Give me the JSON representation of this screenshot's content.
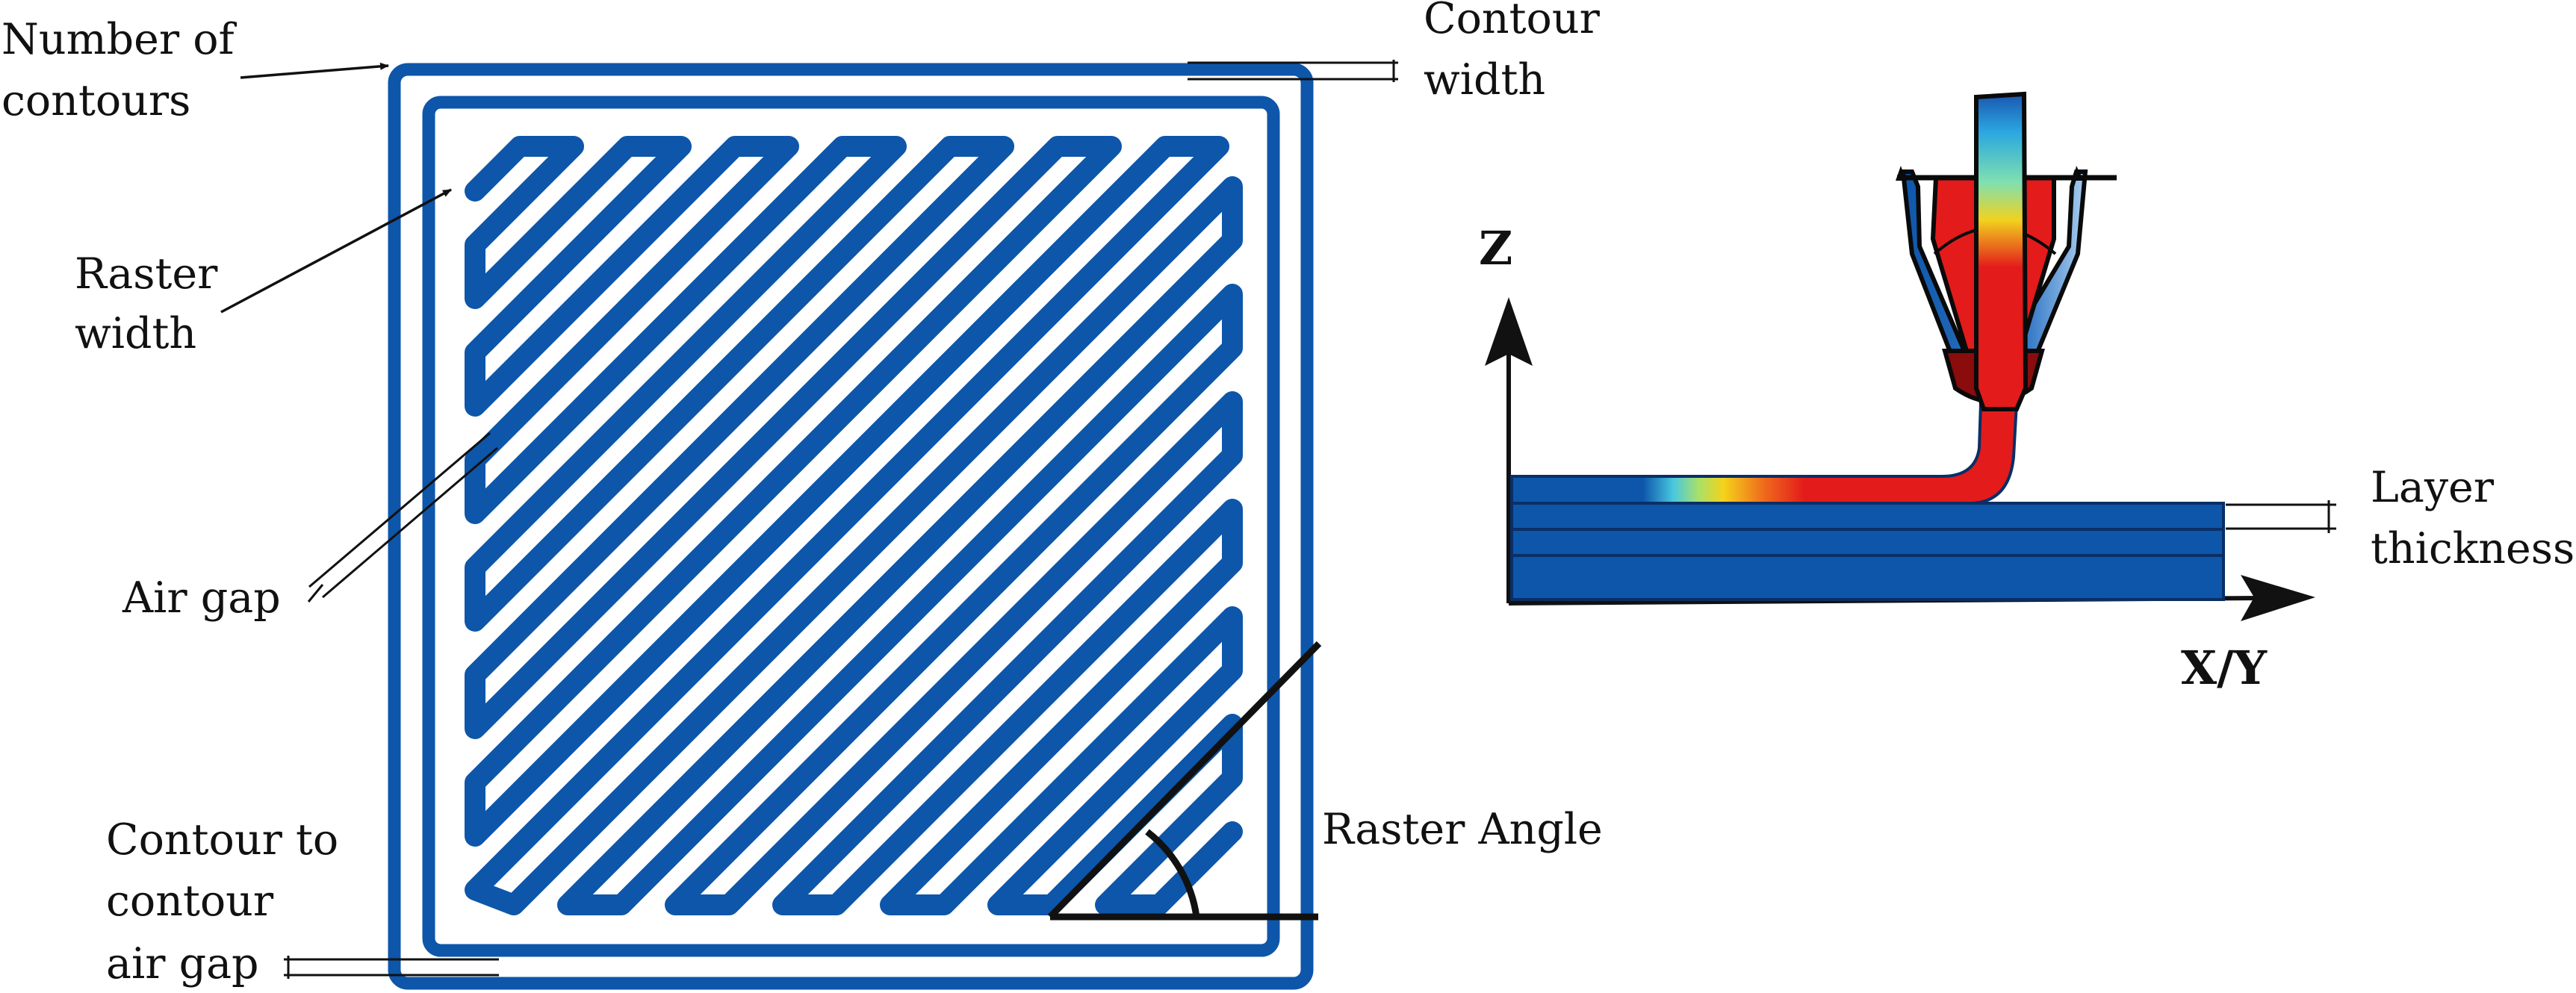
{
  "labels": {
    "number_of_contours": [
      "Number of",
      "contours"
    ],
    "contour_width": [
      "Contour",
      "width"
    ],
    "raster_width": [
      "Raster",
      "width"
    ],
    "air_gap": "Air gap",
    "contour_to_contour_air_gap": [
      "Contour to",
      "contour",
      "air gap"
    ],
    "raster_angle": "Raster Angle",
    "layer_thickness": [
      "Layer",
      "thickness"
    ],
    "axis_z": "Z",
    "axis_xy": "X/Y"
  },
  "colors": {
    "filament_blue": "#0d56aa",
    "layer_line": "#0a2f66",
    "nozzle_red": "#e31b1b",
    "nozzle_dark_red": "#8a0c0c"
  }
}
